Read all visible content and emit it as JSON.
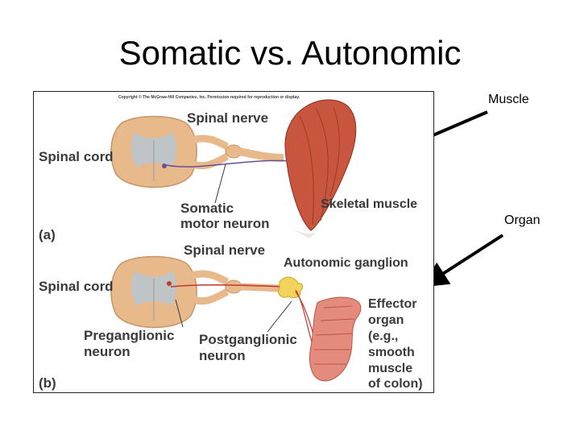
{
  "slide": {
    "title": "Somatic vs. Autonomic"
  },
  "side_labels": {
    "muscle": "Muscle",
    "organ": "Organ"
  },
  "figure": {
    "copyright": "Copyright © The McGraw-Hill Companies, Inc. Permission required for reproduction or display.",
    "panel_a": {
      "letter": "(a)",
      "spinal_nerve": "Spinal nerve",
      "spinal_cord": "Spinal cord",
      "somatic_line1": "Somatic",
      "somatic_line2": "motor neuron",
      "skeletal_muscle": "Skeletal muscle"
    },
    "panel_b": {
      "letter": "(b)",
      "spinal_nerve": "Spinal nerve",
      "spinal_cord": "Spinal cord",
      "autonomic_ganglion": "Autonomic ganglion",
      "pre_line1": "Preganglionic",
      "pre_line2": "neuron",
      "post_line1": "Postganglionic",
      "post_line2": "neuron",
      "effector_lines": [
        "Effector",
        "organ",
        "(e.g.,",
        "smooth",
        "muscle",
        "of colon)"
      ]
    }
  },
  "colors": {
    "tissue": "#e8b98a",
    "grey_matter": "#bfc4c7",
    "muscle": "#c8553d",
    "colon": "#e58b7d",
    "ganglion": "#f2d35b",
    "nerve_red": "#c0392b"
  }
}
